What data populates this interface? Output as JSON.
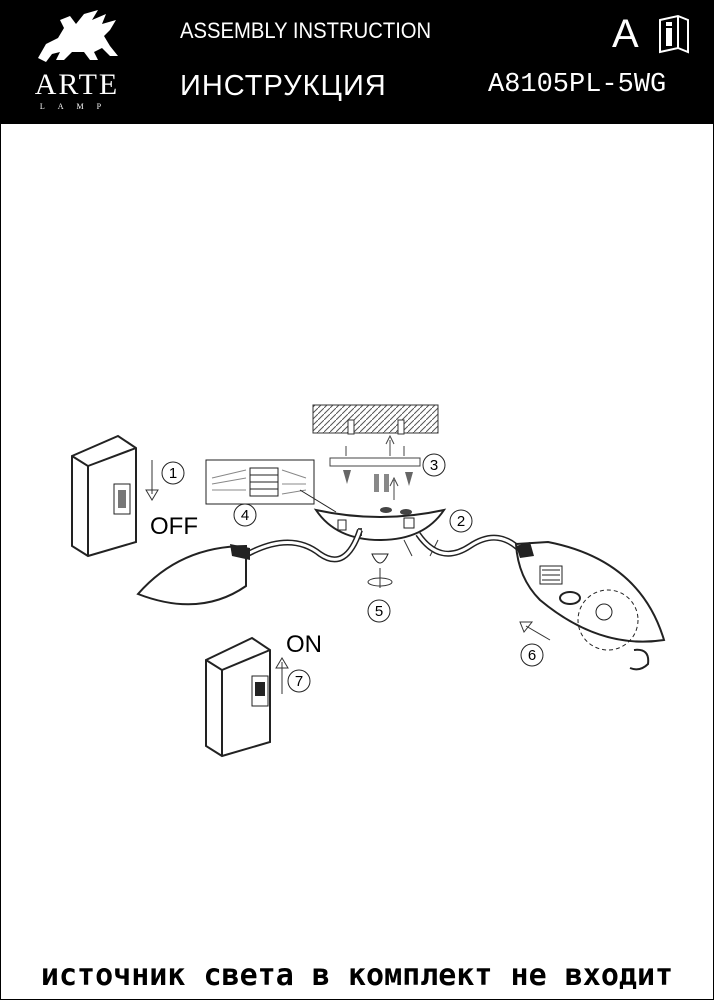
{
  "header": {
    "brand": "ARTE",
    "brand_sub": "LAMP",
    "title_en": "ASSEMBLY INSTRUCTION",
    "title_ru": "ИНСТРУКЦИЯ",
    "language": "A",
    "model": "A8105PL-5WG"
  },
  "diagram": {
    "switch_off_label": "OFF",
    "switch_on_label": "ON",
    "steps": [
      "1",
      "2",
      "3",
      "4",
      "5",
      "6",
      "7"
    ]
  },
  "footer": {
    "notice": "источник света в комплект не входит"
  }
}
